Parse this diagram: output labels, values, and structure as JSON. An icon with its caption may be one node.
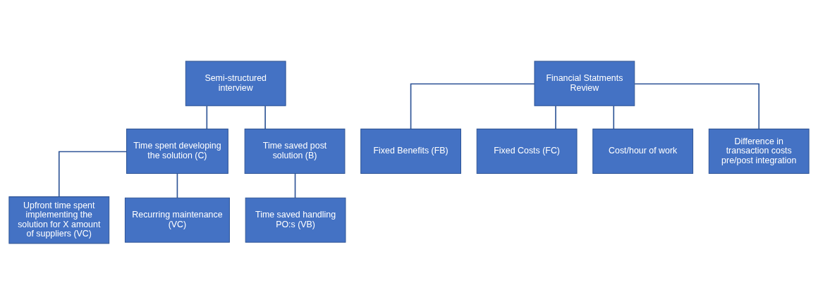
{
  "diagram": {
    "nodes": [
      {
        "text": [
          "Semi-structured interview"
        ]
      },
      {
        "text": [
          "Time spent developing the solution (C)"
        ]
      },
      {
        "text": [
          "Time saved post solution (B)"
        ]
      },
      {
        "text": [
          "Upfront time spent implementing the solution for X amount of suppliers (VC)"
        ]
      },
      {
        "text": [
          "Recurring maintenance (VC)"
        ]
      },
      {
        "text": [
          "Time saved handling PO:s (VB)"
        ]
      },
      {
        "text": [
          "Financial Statments Review"
        ]
      },
      {
        "text": [
          "Fixed Benefits (FB)"
        ]
      },
      {
        "text": [
          "Fixed Costs (FC)"
        ]
      },
      {
        "text": [
          "Cost/hour of work"
        ]
      },
      {
        "text": [
          "Difference in transaction costs pre/post integration"
        ]
      }
    ],
    "edges": [
      {
        "from": 0,
        "to": 1,
        "arrow": "none"
      },
      {
        "from": 0,
        "to": 2,
        "arrow": "none"
      },
      {
        "from": 1,
        "to": 3,
        "arrow": "none"
      },
      {
        "from": 1,
        "to": 4,
        "arrow": "none"
      },
      {
        "from": 2,
        "to": 5,
        "arrow": "none"
      },
      {
        "from": 6,
        "to": 7,
        "arrow": "none"
      },
      {
        "from": 6,
        "to": 8,
        "arrow": "none"
      },
      {
        "from": 6,
        "to": 9,
        "arrow": "none"
      },
      {
        "from": 6,
        "to": 10,
        "arrow": "none"
      }
    ]
  }
}
